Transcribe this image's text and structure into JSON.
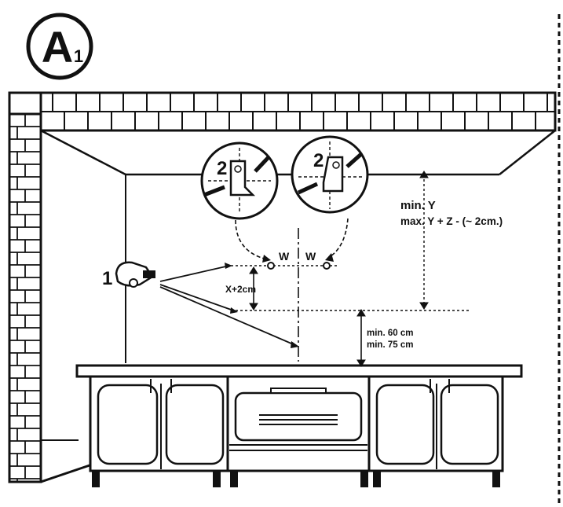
{
  "badge": {
    "letter": "A",
    "subscript": "1"
  },
  "callouts": {
    "step_1": "1",
    "step_2_left": "2",
    "step_2_right": "2"
  },
  "dimensions": {
    "spacing_left": "W",
    "spacing_right": "W",
    "offset": "X+2cm",
    "height_line_1": "min. Y",
    "height_line_2": "max. Y + Z - (~ 2cm.)",
    "counter_line_1": "min. 60 cm",
    "counter_line_2": "min. 75 cm"
  },
  "colors": {
    "ink": "#111111",
    "background": "#ffffff"
  }
}
